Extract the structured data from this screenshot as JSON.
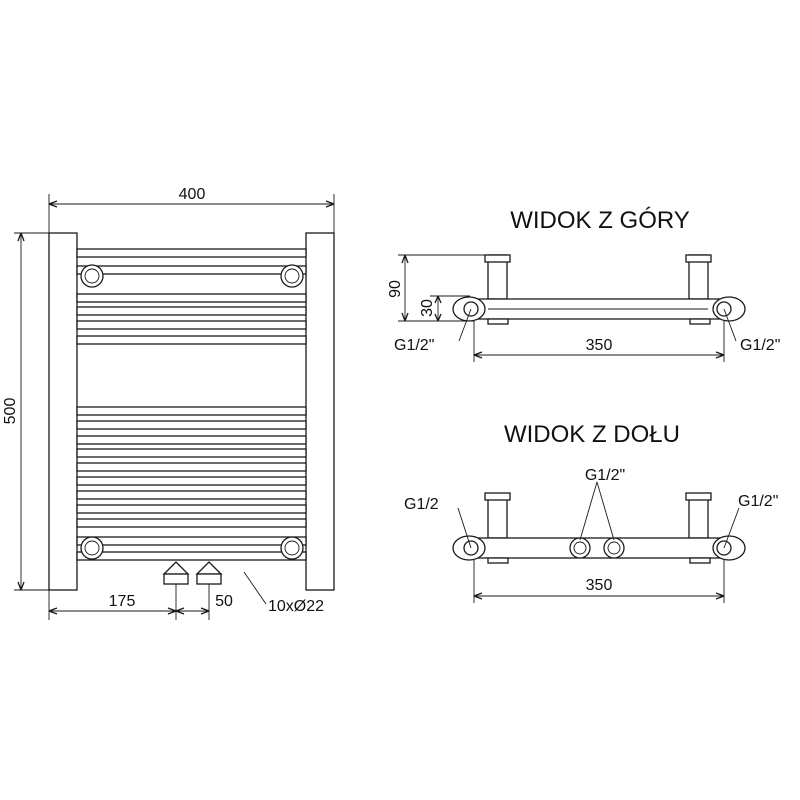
{
  "front_view": {
    "width": "400",
    "height": "500",
    "offset_left": "175",
    "pipe_spacing": "50",
    "tubes": "10xØ22"
  },
  "top_view": {
    "title": "WIDOK Z GÓRY",
    "depth": "90",
    "axis_depth": "30",
    "connection_left": "G1/2\"",
    "connection_right": "G1/2\"",
    "spacing": "350"
  },
  "bottom_view": {
    "title": "WIDOK Z DOŁU",
    "connection_left": "G1/2",
    "connection_center": "G1/2\"",
    "connection_right": "G1/2\"",
    "spacing": "350"
  },
  "colors": {
    "line": "#1a1a1a",
    "background": "#ffffff"
  }
}
